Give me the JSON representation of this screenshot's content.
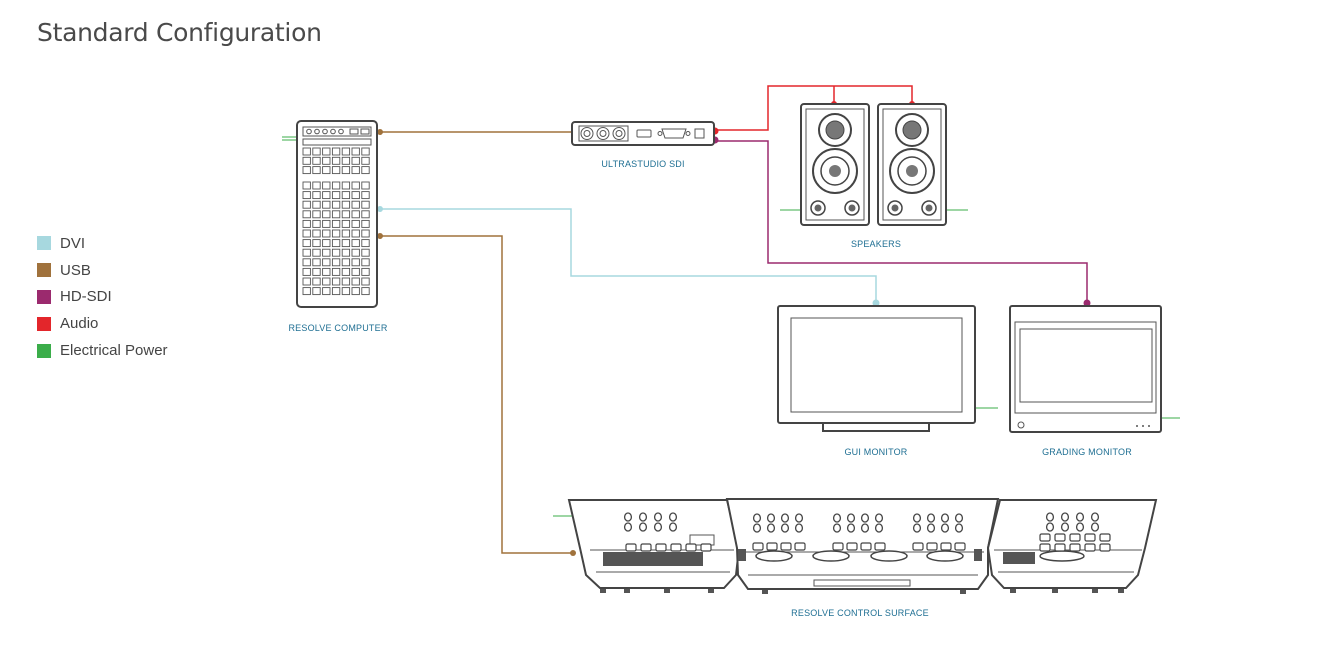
{
  "title": "Standard Configuration",
  "legend": [
    {
      "label": "DVI",
      "color": "#a7d8df"
    },
    {
      "label": "USB",
      "color": "#a0723c"
    },
    {
      "label": "HD-SDI",
      "color": "#9b2a6e"
    },
    {
      "label": "Audio",
      "color": "#e3262b"
    },
    {
      "label": "Electrical Power",
      "color": "#3bad4a"
    }
  ],
  "devices": {
    "computer": "RESOLVE COMPUTER",
    "ultrastudio": "ULTRASTUDIO SDI",
    "speakers": "SPEAKERS",
    "gui_monitor": "GUI MONITOR",
    "grading_monitor": "GRADING MONITOR",
    "control_surface": "RESOLVE CONTROL SURFACE"
  },
  "icons": [
    "computer-tower-icon",
    "ultrastudio-box-icon",
    "speaker-icon",
    "monitor-icon",
    "control-surface-icon"
  ]
}
